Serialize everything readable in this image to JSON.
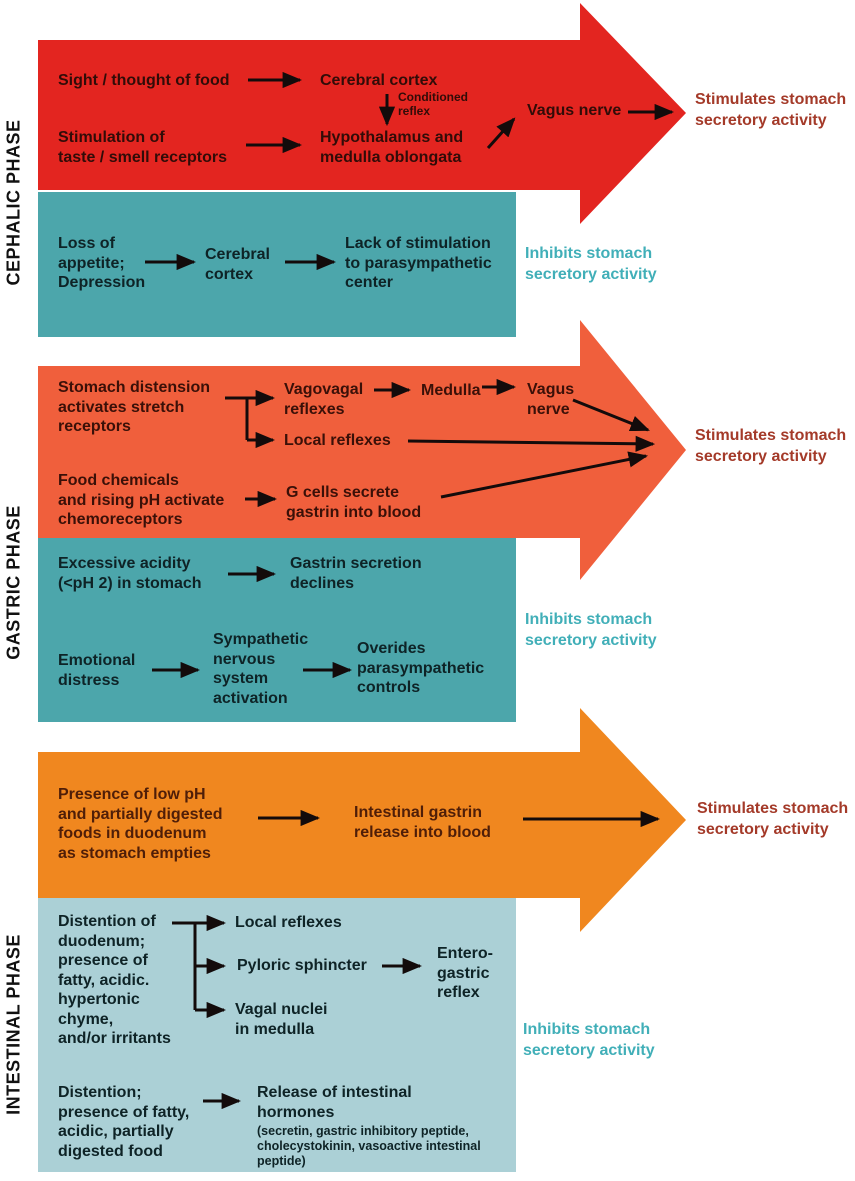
{
  "colors": {
    "red_arrow": "#e32520",
    "teal_box": "#4ca6ab",
    "orange_red_arrow": "#f05f3c",
    "orange_arrow": "#f0871f",
    "light_teal_box": "#abd0d6",
    "stimulates_text": "#a43a29",
    "inhibits_text": "#41afb8"
  },
  "phase_labels": {
    "cephalic": "CEPHALIC PHASE",
    "gastric": "GASTRIC PHASE",
    "intestinal": "INTESTINAL PHASE"
  },
  "cephalic": {
    "stim": {
      "sight": "Sight / thought of food",
      "cerebral_cortex": "Cerebral cortex",
      "conditioned_reflex": "Conditioned\nreflex",
      "taste_smell": "Stimulation of\ntaste / smell receptors",
      "hypothalamus": "Hypothalamus and\nmedulla oblongata",
      "vagus_nerve": "Vagus nerve",
      "outcome": "Stimulates stomach\nsecretory activity"
    },
    "inhib": {
      "loss_of_appetite": "Loss of\nappetite;\nDepression",
      "cerebral_cortex": "Cerebral\ncortex",
      "lack_of_stimulation": "Lack of stimulation\nto parasympathetic\ncenter",
      "outcome": "Inhibits stomach\nsecretory activity"
    }
  },
  "gastric": {
    "stim": {
      "stomach_distension": "Stomach distension\nactivates stretch\nreceptors",
      "vagovagal": "Vagovagal\nreflexes",
      "medulla": "Medulla",
      "vagus_nerve": "Vagus\nnerve",
      "local_reflexes": "Local reflexes",
      "food_chemicals": "Food chemicals\nand rising pH activate\nchemoreceptors",
      "g_cells": "G cells secrete\ngastrin into blood",
      "outcome": "Stimulates stomach\nsecretory activity"
    },
    "inhib": {
      "excessive_acidity": "Excessive acidity\n(<pH 2) in stomach",
      "gastrin_declines": "Gastrin secretion\ndeclines",
      "emotional_distress": "Emotional\ndistress",
      "sympathetic": "Sympathetic\nnervous\nsystem\nactivation",
      "overides": "Overides\nparasympathetic\ncontrols",
      "outcome": "Inhibits stomach\nsecretory activity"
    }
  },
  "intestinal": {
    "stim": {
      "presence_low_ph": "Presence of low pH\nand partially digested\nfoods in duodenum\nas stomach empties",
      "intestinal_gastrin": "Intestinal gastrin\nrelease into blood",
      "outcome": "Stimulates stomach\nsecretory activity"
    },
    "inhib": {
      "distention_duodenum": "Distention of\nduodenum;\npresence of\nfatty, acidic.\nhypertonic\nchyme,\nand/or irritants",
      "local_reflexes": "Local reflexes",
      "pyloric_sphincter": "Pyloric sphincter",
      "vagal_nuclei": "Vagal nuclei\nin medulla",
      "enterogastric": "Entero-\ngastric\nreflex",
      "distention_fatty": "Distention;\npresence of fatty,\nacidic, partially\ndigested food",
      "release_hormones": "Release of intestinal\nhormones",
      "hormone_list": "(secretin, gastric inhibitory peptide,\ncholecystokinin, vasoactive intestinal\npeptide)",
      "outcome": "Inhibits stomach\nsecretory activity"
    }
  }
}
